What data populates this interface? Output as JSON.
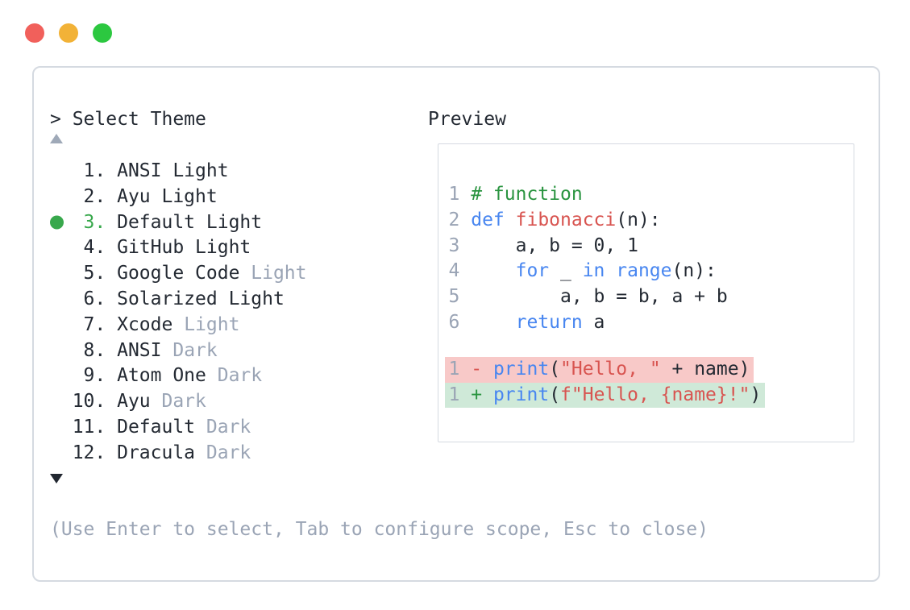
{
  "colors": {
    "accent_green": "#38a84c",
    "comment_green": "#2a9440",
    "keyword_blue": "#4886f0",
    "string_red": "#d85450",
    "text_dark": "#242a33",
    "muted_gray": "#9aa4b5",
    "diff_removed_bg": "#f8c9c8",
    "diff_added_bg": "#cfe9d8",
    "border": "#d5dae1",
    "traffic_red": "#f1605b",
    "traffic_yellow": "#f2b237",
    "traffic_green": "#2cc840"
  },
  "header": {
    "prompt": "> Select Theme",
    "preview_label": "Preview"
  },
  "theme_list": {
    "items": [
      {
        "num": "1.",
        "selected": false,
        "name_parts": [
          [
            "ANSI Light",
            "dark"
          ]
        ]
      },
      {
        "num": "2.",
        "selected": false,
        "name_parts": [
          [
            "Ayu Light",
            "dark"
          ]
        ]
      },
      {
        "num": "3.",
        "selected": true,
        "name_parts": [
          [
            "Default Light",
            "green"
          ]
        ]
      },
      {
        "num": "4.",
        "selected": false,
        "name_parts": [
          [
            "GitHub Light",
            "dark"
          ]
        ]
      },
      {
        "num": "5.",
        "selected": false,
        "name_parts": [
          [
            "Google Code ",
            "dark"
          ],
          [
            "Light",
            "muted"
          ]
        ]
      },
      {
        "num": "6.",
        "selected": false,
        "name_parts": [
          [
            "Solarized Light",
            "dark"
          ]
        ]
      },
      {
        "num": "7.",
        "selected": false,
        "name_parts": [
          [
            "Xcode ",
            "dark"
          ],
          [
            "Light",
            "muted"
          ]
        ]
      },
      {
        "num": "8.",
        "selected": false,
        "name_parts": [
          [
            "ANSI ",
            "dark"
          ],
          [
            "Dark",
            "muted"
          ]
        ]
      },
      {
        "num": "9.",
        "selected": false,
        "name_parts": [
          [
            "Atom One ",
            "dark"
          ],
          [
            "Dark",
            "muted"
          ]
        ]
      },
      {
        "num": "10.",
        "selected": false,
        "name_parts": [
          [
            "Ayu ",
            "dark"
          ],
          [
            "Dark",
            "muted"
          ]
        ]
      },
      {
        "num": "11.",
        "selected": false,
        "name_parts": [
          [
            "Default ",
            "dark"
          ],
          [
            "Dark",
            "muted"
          ]
        ]
      },
      {
        "num": "12.",
        "selected": false,
        "name_parts": [
          [
            "Dracula ",
            "dark"
          ],
          [
            "Dark",
            "muted"
          ]
        ]
      }
    ]
  },
  "footer": {
    "hint": "(Use Enter to select, Tab to configure scope, Esc to close)"
  },
  "preview": {
    "code_lines": [
      {
        "segments": [
          [
            "1",
            "ln"
          ],
          [
            " ",
            "tx"
          ],
          [
            "# function",
            "cm"
          ]
        ]
      },
      {
        "segments": [
          [
            "2",
            "ln"
          ],
          [
            " ",
            "tx"
          ],
          [
            "def",
            "kw"
          ],
          [
            " ",
            "tx"
          ],
          [
            "fibonacci",
            "fn"
          ],
          [
            "(n):",
            "tx"
          ]
        ]
      },
      {
        "segments": [
          [
            "3",
            "ln"
          ],
          [
            " ",
            "tx"
          ],
          [
            "    a, b = 0, 1",
            "tx"
          ]
        ]
      },
      {
        "segments": [
          [
            "4",
            "ln"
          ],
          [
            " ",
            "tx"
          ],
          [
            "    ",
            "tx"
          ],
          [
            "for",
            "kw"
          ],
          [
            " _ ",
            "tx"
          ],
          [
            "in",
            "kw"
          ],
          [
            " ",
            "tx"
          ],
          [
            "range",
            "kw"
          ],
          [
            "(n):",
            "tx"
          ]
        ]
      },
      {
        "segments": [
          [
            "5",
            "ln"
          ],
          [
            " ",
            "tx"
          ],
          [
            "        a, b = b, a + b",
            "tx"
          ]
        ]
      },
      {
        "segments": [
          [
            "6",
            "ln"
          ],
          [
            " ",
            "tx"
          ],
          [
            "    ",
            "tx"
          ],
          [
            "return",
            "kw"
          ],
          [
            " a",
            "tx"
          ]
        ]
      }
    ],
    "diff_lines": [
      {
        "kind": "removed",
        "segments": [
          [
            "1",
            "ln"
          ],
          [
            " ",
            "tx"
          ],
          [
            "-",
            "minus"
          ],
          [
            " ",
            "tx"
          ],
          [
            "print",
            "kw"
          ],
          [
            "(",
            "tx"
          ],
          [
            "\"Hello, \"",
            "str"
          ],
          [
            " + name)",
            "tx"
          ]
        ]
      },
      {
        "kind": "added",
        "segments": [
          [
            "1",
            "ln"
          ],
          [
            " ",
            "tx"
          ],
          [
            "+",
            "plus"
          ],
          [
            " ",
            "tx"
          ],
          [
            "print",
            "kw"
          ],
          [
            "(",
            "tx"
          ],
          [
            "f\"Hello, {name}!\"",
            "str"
          ],
          [
            ")",
            "tx"
          ]
        ]
      }
    ]
  }
}
